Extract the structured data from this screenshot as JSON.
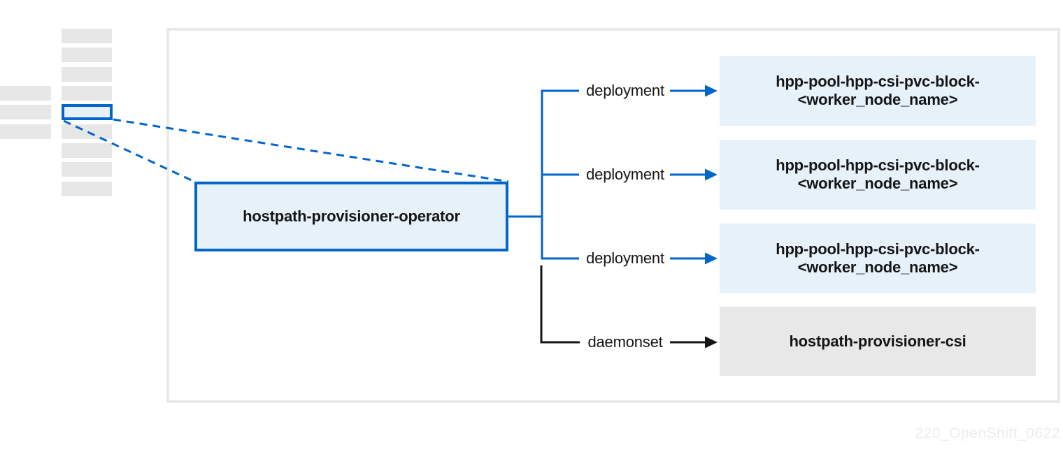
{
  "watermark": "220_OpenShift_0622",
  "operator": {
    "label": "hostpath-provisioner-operator"
  },
  "branches": [
    {
      "label": "deployment",
      "target_line1": "hpp-pool-hpp-csi-pvc-block-",
      "target_line2": "<worker_node_name>"
    },
    {
      "label": "deployment",
      "target_line1": "hpp-pool-hpp-csi-pvc-block-",
      "target_line2": "<worker_node_name>"
    },
    {
      "label": "deployment",
      "target_line1": "hpp-pool-hpp-csi-pvc-block-",
      "target_line2": "<worker_node_name>"
    },
    {
      "label": "daemonset",
      "target_line1": "hostpath-provisioner-csi",
      "target_line2": ""
    }
  ],
  "colors": {
    "accent_blue": "#0066cc",
    "light_blue_fill": "#e7f1fa",
    "gray_fill": "#e8e8e8",
    "skeleton_gray": "#e7e7e7",
    "container_border": "#e9e9e9",
    "text": "#151515",
    "watermark_gray": "#ececec"
  }
}
